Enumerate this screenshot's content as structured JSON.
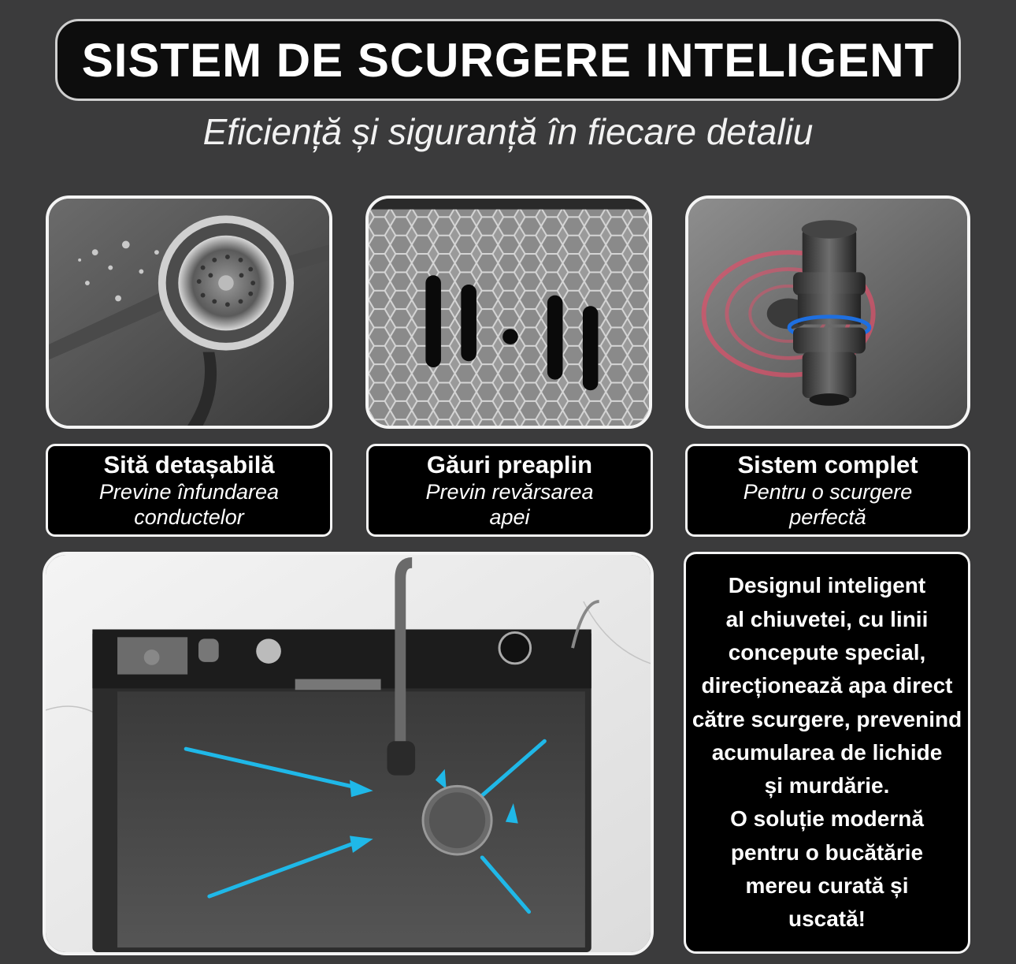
{
  "header": {
    "title": "SISTEM DE SCURGERE INTELIGENT",
    "subtitle": "Eficiență și siguranță în fiecare detaliu"
  },
  "features": [
    {
      "title": "Sită detașabilă",
      "subtitle_lines": [
        "Previne înfundarea",
        "conductelor"
      ]
    },
    {
      "title": "Găuri preaplin",
      "subtitle_lines": [
        "Previn revărsarea",
        "apei"
      ]
    },
    {
      "title": "Sistem complet",
      "subtitle_lines": [
        "Pentru o scurgere",
        "perfectă"
      ]
    }
  ],
  "description": {
    "lines": [
      "Designul inteligent",
      "al chiuvetei, cu linii",
      "concepute special,",
      "direcționează apa direct",
      "către scurgere, prevenind",
      "acumularea de lichide",
      "și murdărie.",
      "O soluție modernă",
      "pentru o bucătărie",
      "mereu curată și",
      "uscată!"
    ]
  },
  "colors": {
    "background": "#3b3b3c",
    "box": "#000000",
    "border": "#f4f4f4",
    "flow_arrow": "#1fb8e8",
    "swirl": "#e0506a",
    "gasket": "#1e6fe0"
  }
}
